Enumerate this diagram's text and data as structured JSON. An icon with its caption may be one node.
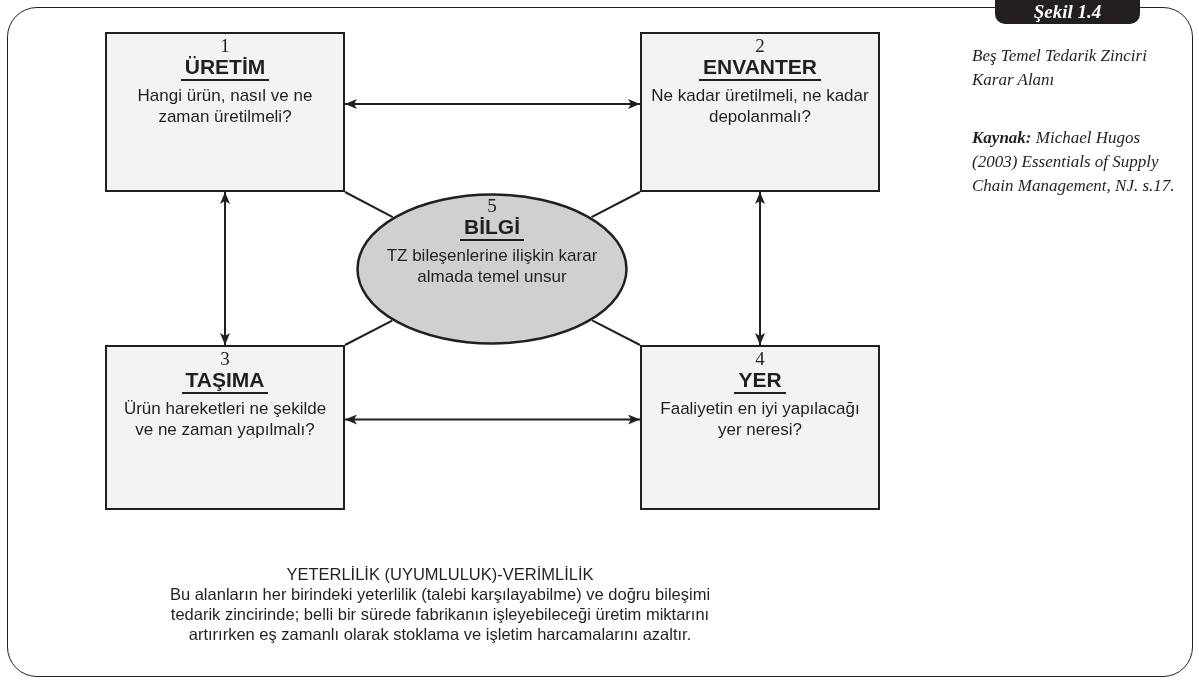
{
  "diagram": {
    "title": "Şekil 1.4",
    "caption": "Beş Temel Tedarik Zinciri Karar Alanı",
    "nodes": [
      {
        "text": [
          "1",
          "ÜRETİM",
          "Hangi ürün, nasıl ve ne zaman üretilmeli?"
        ]
      },
      {
        "text": [
          "2",
          "ENVANTER",
          "Ne kadar üretilmeli, ne kadar depolanmalı?"
        ]
      },
      {
        "text": [
          "5",
          "BİLGİ",
          "TZ bileşenlerine ilişkin karar almada temel unsur"
        ]
      },
      {
        "text": [
          "3",
          "TAŞIMA",
          "Ürün hareketleri ne şekilde ve ne zaman yapılmalı?"
        ]
      },
      {
        "text": [
          "4",
          "YER",
          "Faaliyetin en iyi yapılacağı yer neresi?"
        ]
      }
    ],
    "edges": [
      {
        "from": 0,
        "to": 1,
        "arrow": "both"
      },
      {
        "from": 0,
        "to": 3,
        "arrow": "both"
      },
      {
        "from": 1,
        "to": 4,
        "arrow": "both"
      },
      {
        "from": 3,
        "to": 4,
        "arrow": "both"
      },
      {
        "from": 0,
        "to": 2,
        "arrow": "none"
      },
      {
        "from": 1,
        "to": 2,
        "arrow": "none"
      },
      {
        "from": 3,
        "to": 2,
        "arrow": "none"
      },
      {
        "from": 4,
        "to": 2,
        "arrow": "none"
      }
    ],
    "labels": [
      "**Kaynak:** Michael Hugos (2003) Essentials of Supply Chain Management, NJ. s.17.",
      "YETERLİLİK (UYUMLULUK)-VERİMLİLİK",
      "Bu alanların her birindeki yeterlilik (talebi karşılayabilme) ve doğru bileşimi tedarik zincirinde; belli bir sürede fabrikanın işleyebileceği üretim miktarını artırırken eş zamanlı olarak stoklama ve işletim harcamalarını azaltır."
    ]
  }
}
